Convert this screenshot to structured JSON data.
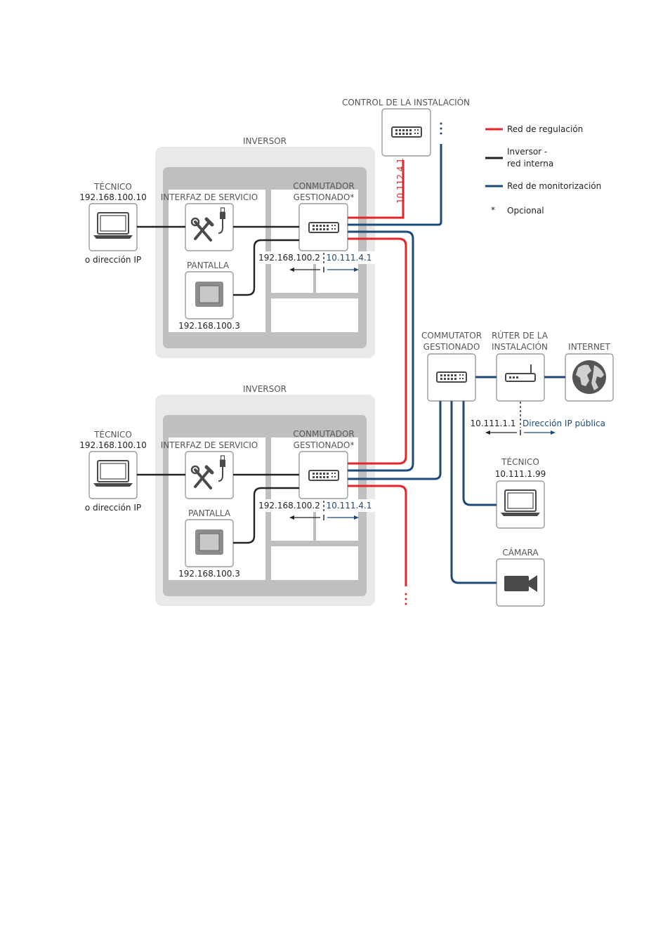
{
  "plant_control": {
    "title": "CONTROL DE LA INSTALACIÓN",
    "ip": "10.112.4.1"
  },
  "legend": {
    "items": [
      {
        "label": "Red de regulación",
        "color": "#e3242b"
      },
      {
        "label_line1": "Inversor -",
        "label_line2": "red interna",
        "color": "#222222"
      },
      {
        "label": "Red de monitorización",
        "color": "#1e4a7a"
      }
    ],
    "optional_mark": "*",
    "optional_label": "Opcional"
  },
  "inverters": [
    {
      "title": "INVERSOR",
      "service_interface": "INTERFAZ DE SERVICIO",
      "switch_label_1": "CONMUTADOR",
      "switch_label_2": "GESTIONADO*",
      "display": "PANTALLA",
      "display_ip": "192.168.100.3",
      "switch_internal_ip": "192.168.100.2",
      "switch_external_ip": "10.111.4.1",
      "technician": {
        "title": "TÉCNICO",
        "ip": "192.168.100.10",
        "note": "o dirección IP"
      }
    },
    {
      "title": "INVERSOR",
      "service_interface": "INTERFAZ DE SERVICIO",
      "switch_label_1": "CONMUTADOR",
      "switch_label_2": "GESTIONADO*",
      "display": "PANTALLA",
      "display_ip": "192.168.100.3",
      "switch_internal_ip": "192.168.100.2",
      "switch_external_ip": "10.111.4.1",
      "technician": {
        "title": "TÉCNICO",
        "ip": "192.168.100.10",
        "note": "o dirección IP"
      }
    }
  ],
  "network": {
    "switch_line1": "COMMUTATOR",
    "switch_line2": "GESTIONADO",
    "router_line1": "RÚTER DE LA",
    "router_line2": "INSTALACIÓN",
    "internet": "INTERNET",
    "router_internal_ip": "10.111.1.1",
    "router_public": "Dirección IP pública",
    "technician_title": "TÉCNICO",
    "technician_ip": "10.111.1.99",
    "camera": "CÁMARA"
  },
  "icons": [
    "laptop-icon",
    "tools-icon",
    "usb-plug-icon",
    "display-icon",
    "switch-icon",
    "router-icon",
    "globe-icon",
    "camera-icon"
  ]
}
